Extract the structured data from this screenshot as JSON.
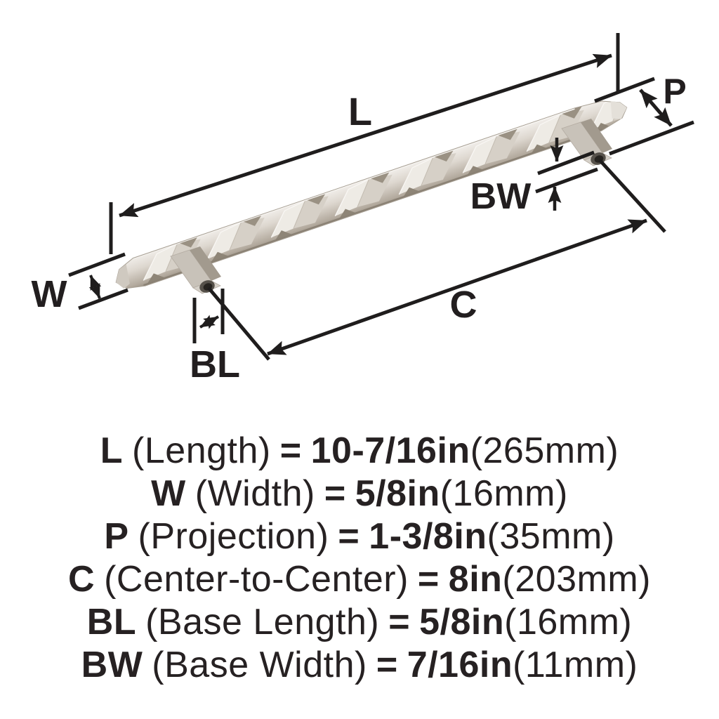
{
  "diagram": {
    "labels": {
      "length": "L",
      "projection": "P",
      "base_width": "BW",
      "width": "W",
      "center_to_center": "C",
      "base_length": "BL"
    },
    "colors": {
      "line": "#1f1d1d",
      "label_text": "#221e1f",
      "spec_text": "#262122",
      "metal_highlight": "#f2efeb",
      "metal_light": "#eeebe5",
      "metal_mid": "#d6d0c7",
      "metal_dark": "#9a9183",
      "metal_shadow": "#8e8577",
      "hole_dark": "#26231f"
    }
  },
  "specs": [
    {
      "letter": "L",
      "name": "(Length)",
      "eq": "=",
      "inch": "10-7/16in",
      "mm": "(265mm)"
    },
    {
      "letter": "W",
      "name": "(Width)",
      "eq": "=",
      "inch": "5/8in",
      "mm": "(16mm)"
    },
    {
      "letter": "P",
      "name": "(Projection)",
      "eq": "=",
      "inch": "1-3/8in",
      "mm": "(35mm)"
    },
    {
      "letter": "C",
      "name": "(Center-to-Center)",
      "eq": "=",
      "inch": "8in",
      "mm": "(203mm)"
    },
    {
      "letter": "BL",
      "name": "(Base Length)",
      "eq": "=",
      "inch": "5/8in",
      "mm": "(16mm)"
    },
    {
      "letter": "BW",
      "name": "(Base Width)",
      "eq": "=",
      "inch": "7/16in",
      "mm": "(11mm)"
    }
  ]
}
